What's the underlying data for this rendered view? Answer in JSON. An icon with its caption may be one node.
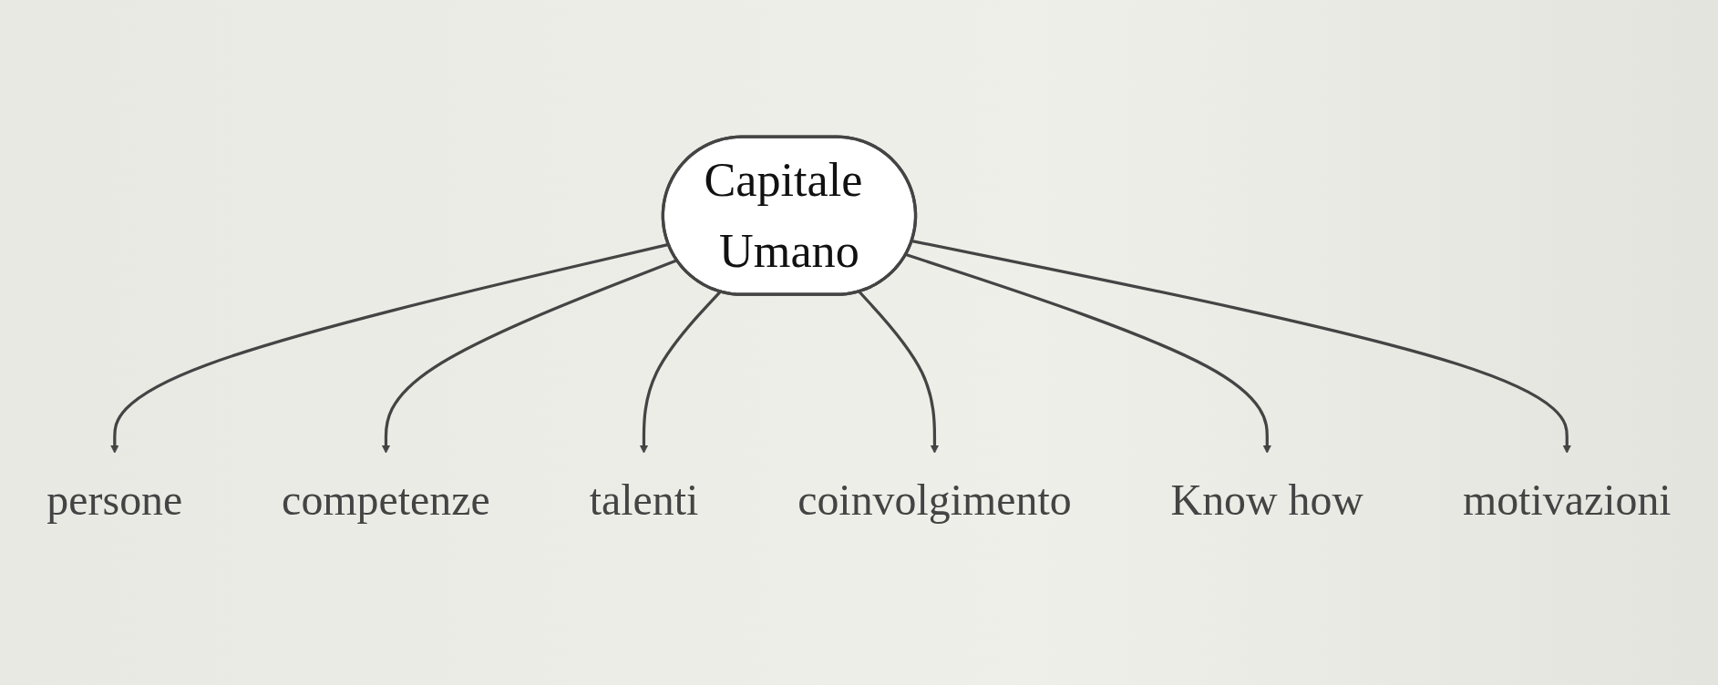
{
  "diagram": {
    "nodes": [
      {
        "text": [
          "persone"
        ]
      },
      {
        "text": [
          "competenze"
        ]
      },
      {
        "text": [
          "motivazioni"
        ]
      },
      {
        "text": [
          "Capitale Umano"
        ]
      },
      {
        "text": [
          "talenti"
        ]
      },
      {
        "text": [
          "coinvolgimento"
        ]
      },
      {
        "text": [
          "Know how"
        ]
      }
    ],
    "edges": [
      {
        "from": 3,
        "to": 0,
        "arrow": "to"
      },
      {
        "from": 3,
        "to": 1,
        "arrow": "to"
      },
      {
        "from": 3,
        "to": 4,
        "arrow": "to"
      },
      {
        "from": 3,
        "to": 5,
        "arrow": "to"
      },
      {
        "from": 3,
        "to": 6,
        "arrow": "to"
      },
      {
        "from": 3,
        "to": 2,
        "arrow": "to"
      }
    ]
  }
}
